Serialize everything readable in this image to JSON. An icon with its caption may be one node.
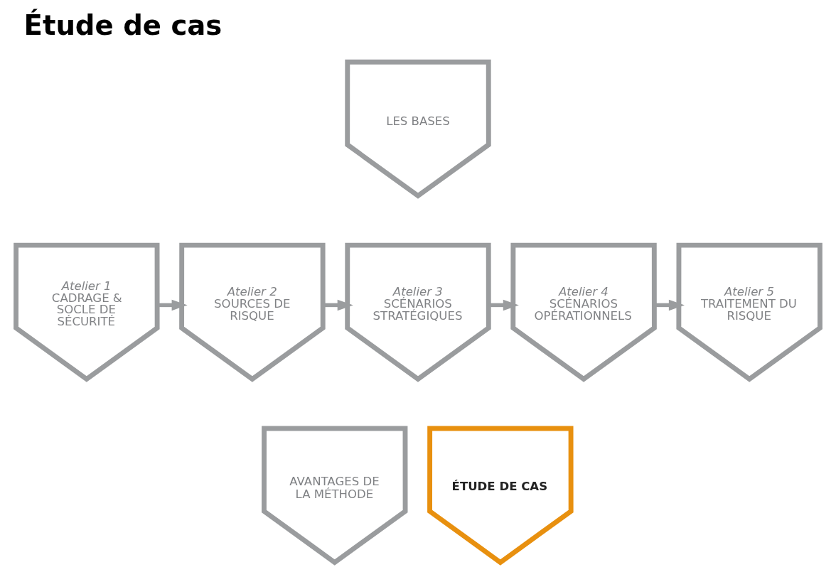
{
  "diagram": {
    "title": "Étude de cas",
    "nodes": [
      {
        "text": [
          "LES BASES"
        ]
      },
      {
        "text": [
          "Atelier 1",
          "CADRAGE & SOCLE DE SÉCURITÉ"
        ]
      },
      {
        "text": [
          "Atelier 2",
          "SOURCES DE RISQUE"
        ]
      },
      {
        "text": [
          "Atelier 3",
          "SCÉNARIOS STRATÉGIQUES"
        ]
      },
      {
        "text": [
          "Atelier 4",
          "SCÉNARIOS OPÉRATIONNELS"
        ]
      },
      {
        "text": [
          "Atelier 5",
          "TRAITEMENT DU RISQUE"
        ]
      },
      {
        "text": [
          "AVANTAGES DE LA MÉTHODE"
        ]
      },
      {
        "text": [
          "ÉTUDE DE CAS"
        ]
      }
    ],
    "edges": [
      {
        "from": 1,
        "to": 2,
        "arrow": "to"
      },
      {
        "from": 2,
        "to": 3,
        "arrow": "to"
      },
      {
        "from": 3,
        "to": 4,
        "arrow": "to"
      },
      {
        "from": 4,
        "to": 5,
        "arrow": "to"
      }
    ]
  }
}
